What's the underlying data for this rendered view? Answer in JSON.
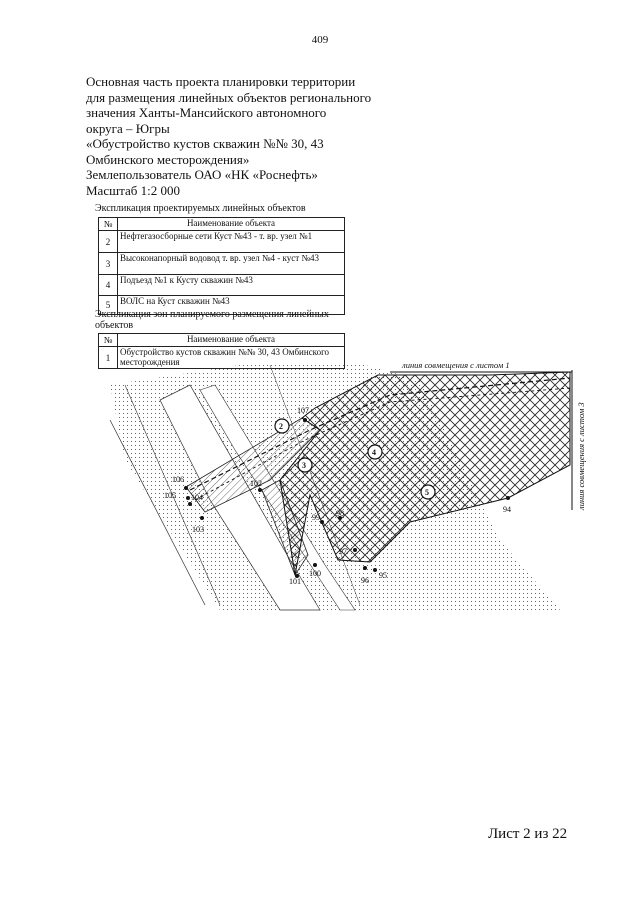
{
  "page_number": "409",
  "title_lines": [
    "Основная часть проекта планировки территории",
    "для размещения линейных объектов регионального",
    "значения Ханты-Мансийского автономного",
    "округа – Югры",
    "«Обустройство кустов скважин №№ 30, 43",
    "Омбинского месторождения»",
    "Землепользователь ОАО «НК «Роснефть»",
    "Масштаб 1:2 000"
  ],
  "table1": {
    "caption": "Экспликация проектируемых линейных объектов",
    "header_num": "№",
    "header_name": "Наименование объекта",
    "rows": [
      {
        "num": "2",
        "name": "Нефтегазосборные сети Куст №43 - т. вр. узел №1"
      },
      {
        "num": "3",
        "name": "Высоконапорный водовод т. вр. узел №4 - куст №43"
      },
      {
        "num": "4",
        "name": "Подъезд №1 к Кусту скважин №43"
      },
      {
        "num": "5",
        "name": "ВОЛС на Куст скважин №43"
      }
    ]
  },
  "table2": {
    "caption_line1": "Экспликация зон планируемого размещения линейных",
    "caption_line2": "объектов",
    "header_num": "№",
    "header_name": "Наименование объекта",
    "rows": [
      {
        "num": "1",
        "name": "Обустройство кустов скважин №№ 30, 43 Омбинского месторождения"
      }
    ]
  },
  "map": {
    "edge_label_top": "линия совмещения с листом 1",
    "edge_label_right": "линия совмещения с листом 3",
    "markers": [
      "2",
      "3",
      "4",
      "5"
    ],
    "points": [
      "107",
      "106",
      "105",
      "104",
      "103",
      "102",
      "99",
      "98",
      "97",
      "96",
      "95",
      "94",
      "101",
      "100"
    ]
  },
  "sheet_label": "Лист 2 из 22"
}
